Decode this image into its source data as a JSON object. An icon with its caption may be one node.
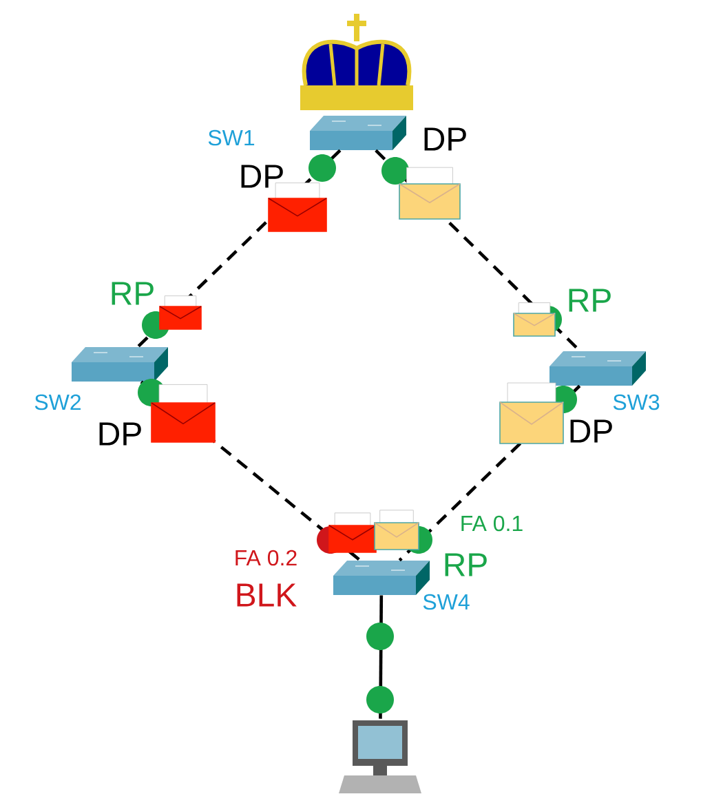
{
  "diagram": {
    "nodes": [
      {
        "text": [
          "SW1"
        ]
      },
      {
        "text": [
          "SW2"
        ]
      },
      {
        "text": [
          "SW3"
        ]
      },
      {
        "text": [
          "SW4"
        ]
      },
      {
        "text": [],
        "shape": "picture"
      }
    ],
    "edges": [
      {
        "from": 0,
        "to": 1,
        "arrow": "none",
        "style": "dashed"
      },
      {
        "from": 0,
        "to": 2,
        "arrow": "none",
        "style": "dashed"
      },
      {
        "from": 1,
        "to": 3,
        "arrow": "none",
        "style": "dashed"
      },
      {
        "from": 2,
        "to": 3,
        "arrow": "none",
        "style": "dashed"
      },
      {
        "from": 3,
        "to": 4,
        "arrow": "none"
      }
    ],
    "labels": [
      "DP",
      "DP",
      "RP",
      "RP",
      "DP",
      "DP",
      "FA 0.1",
      "FA 0.2",
      "RP",
      "BLK"
    ]
  }
}
